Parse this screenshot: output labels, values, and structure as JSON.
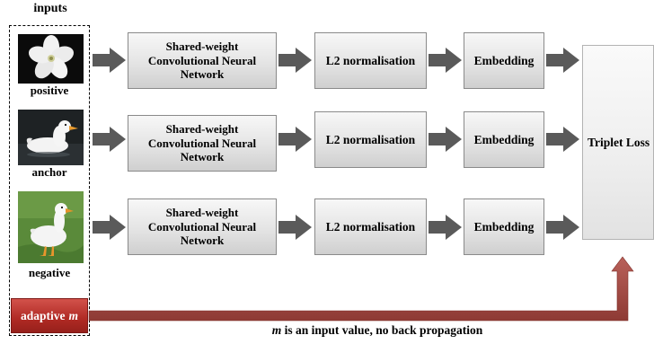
{
  "inputs_title": "inputs",
  "images": [
    {
      "label": "positive",
      "icon": "flower-photo"
    },
    {
      "label": "anchor",
      "icon": "duck-on-water-photo"
    },
    {
      "label": "negative",
      "icon": "duck-on-grass-photo"
    }
  ],
  "rows": [
    {
      "cnn": "Shared-weight Convolutional Neural Network",
      "cnn_lines": [
        "Shared-weight",
        "Convolutional Neural",
        "Network"
      ],
      "l2": "L2 normalisation",
      "embedding": "Embedding"
    },
    {
      "cnn": "Shared-weight Convolutional Neural Network",
      "cnn_lines": [
        "Shared-weight",
        "Convolutional Neural",
        "Network"
      ],
      "l2": "L2 normalisation",
      "embedding": "Embedding"
    },
    {
      "cnn": "Shared-weight Convolutional Neural Network",
      "cnn_lines": [
        "Shared-weight",
        "Convolutional Neural",
        "Network"
      ],
      "l2": "L2 normalisation",
      "embedding": "Embedding"
    }
  ],
  "loss": "Triplet Loss",
  "margin_input": {
    "label": "adaptive",
    "var": "m"
  },
  "margin_note": {
    "var": "m",
    "text": "is an input value, no back propagation"
  },
  "colors": {
    "arrow_gray": "#5a5a5a",
    "margin_arrow": "#a24a44",
    "margin_button": "#b02a24"
  }
}
